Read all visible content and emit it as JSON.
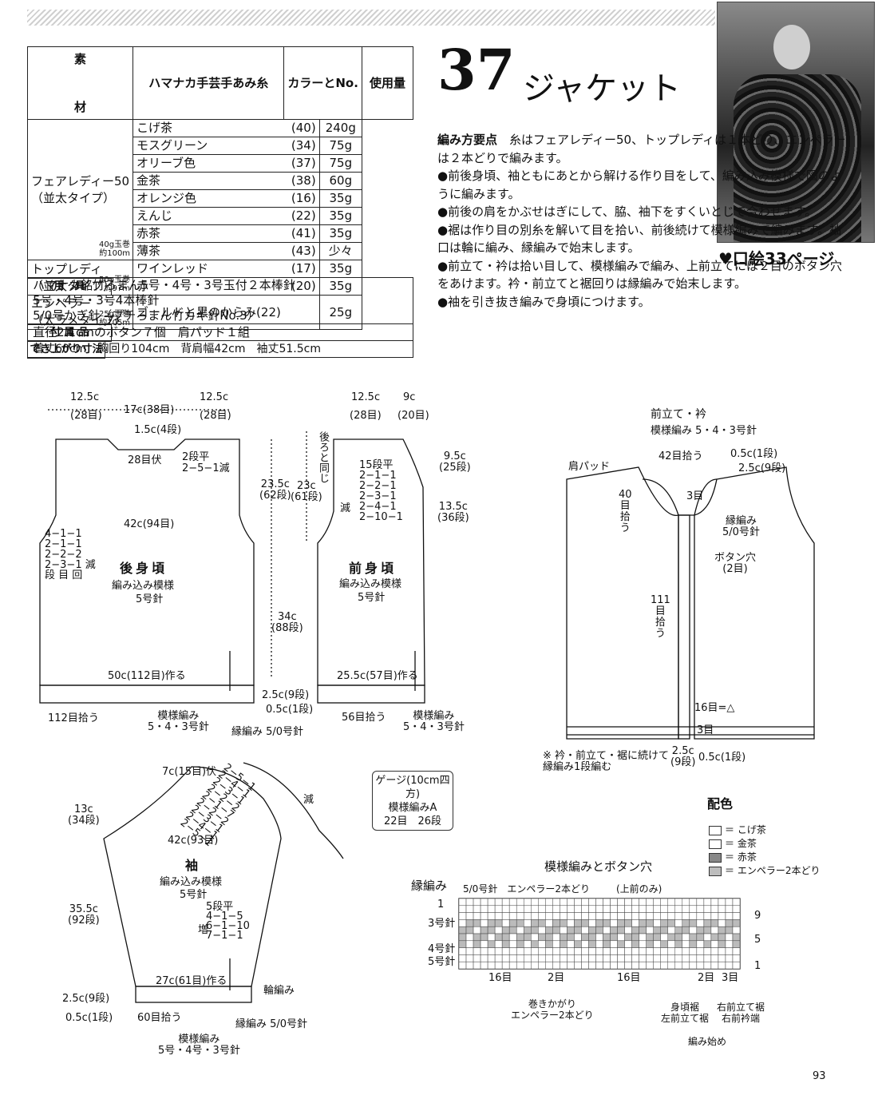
{
  "materials": {
    "header": {
      "yarn": "ハマナカ手芸手あみ糸",
      "color": "カラーとNo.",
      "amount": "使用量"
    },
    "sozai_label": "素\n\n材",
    "yarn1": {
      "name": "フェアレディー50",
      "type": "（並太タイプ）",
      "weight": "40g玉巻\n約100m"
    },
    "yarn1_colors": [
      {
        "color": "こげ茶",
        "no": "(40)",
        "amt": "240g"
      },
      {
        "color": "モスグリーン",
        "no": "(34)",
        "amt": "75g"
      },
      {
        "color": "オリーブ色",
        "no": "(37)",
        "amt": "75g"
      },
      {
        "color": "金茶",
        "no": "(38)",
        "amt": "60g"
      },
      {
        "color": "オレンジ色",
        "no": "(16)",
        "amt": "35g"
      },
      {
        "color": "えんじ",
        "no": "(22)",
        "amt": "35g"
      },
      {
        "color": "赤茶",
        "no": "(41)",
        "amt": "35g"
      },
      {
        "color": "薄茶",
        "no": "(43)",
        "amt": "少々"
      }
    ],
    "yarn2": {
      "name": "トップレディ",
      "type": "（並太タイプ）",
      "weight": "50g玉巻\n約97m"
    },
    "yarn2_colors": [
      {
        "color": "ワインレッド",
        "no": "(17)",
        "amt": "35g"
      },
      {
        "color": "赤",
        "no": "(20)",
        "amt": "35g"
      }
    ],
    "yarn3": {
      "name": "エンペラー",
      "type": "（太ラメタイプ）",
      "weight": "25g玉巻\n約105m"
    },
    "yarn3_colors": [
      {
        "color": "ゴールドと黒のからみ(22)",
        "no": "",
        "amt": "25g"
      }
    ]
  },
  "tools": {
    "label": "用　具",
    "lines": [
      "ハマナカ銘竹ろまん5号・4号・3号玉付２本棒針",
      "5号・4号・3号4本棒針",
      "5/0号かぎ針（プチろまん竹カギ針No.3）"
    ],
    "accessories_label": "付 属 品",
    "accessories": "直径2.1cmのボタン７個　肩パッド１組",
    "size_label": "でき上がり寸法",
    "size": "着丈60cm　胸回り104cm　背肩幅42cm　袖丈51.5cm"
  },
  "number": "37",
  "title": "ジャケット",
  "kuchie": "♥口絵33ページ",
  "desc": {
    "point_label": "編み方要点",
    "paragraphs": [
      "糸はフェアレディー50、トップレディは１本どり、エンペラーは２本どりで編みます。",
      "●前後身頃、袖ともにあとから解ける作り目をして、編み込み模様で図のように編みます。",
      "●前後の肩をかぶせはぎにして、脇、袖下をすくいとじで合わせます。",
      "●裾は作り目の別糸を解いて目を拾い、前後続けて模様編みで編みます。袖口は輪に編み、縁編みで始末します。",
      "●前立て・衿は拾い目して、模様編みで編み、上前立てには２目のボタン穴をあけます。衿・前立てと裾回りは縁編みで始末します。",
      "●袖を引き抜き編みで身頃につけます。"
    ]
  },
  "back": {
    "name": "後身頃",
    "pattern": "編み込み模様",
    "needle": "5号針",
    "w_left": "12.5c",
    "w_left_st": "(28目)",
    "w_mid": "17c(38目)",
    "w_right": "12.5c",
    "w_right_st": "(28目)",
    "neck_depth": "1.5c(4段)",
    "neck_bind": "28目伏",
    "neck_dec": "2段平\n2−5−1減",
    "shoulder": "42c(94目)",
    "arm_dec": "4−1−1\n2−1−1\n2−2−2\n2−3−1 減\n段 目 回",
    "cast_on": "50c(112目)作る",
    "pick": "112目拾う",
    "hem": "模様編み\n5・4・3号針",
    "edge": "縁編み 5/0号針"
  },
  "front": {
    "name": "前身頃",
    "pattern": "編み込み模様",
    "needle": "5号針",
    "w_left": "12.5c",
    "w_left_st": "(28目)",
    "w_right": "9c",
    "w_right_st": "(20目)",
    "same": "後ろと同じ",
    "arm_h": "23.5c\n(62段)",
    "arm_h2": "23c\n(61段)",
    "neck_dec": "15段平\n2−1−1\n2−2−1\n2−3−1\n2−4−1\n2−10−1",
    "neck_dec_label": "減",
    "neck_h": "9.5c\n(25段)",
    "neck_h2": "13.5c\n(36段)",
    "body_h": "34c\n(88段)",
    "hem_h": "2.5c(9段)",
    "edge_h": "0.5c(1段)",
    "cast_on": "25.5c(57目)作る",
    "pick": "56目拾う",
    "hem": "模様編み\n5・4・3号針"
  },
  "placket": {
    "title": "前立て・衿",
    "sub": "模様編み 5・4・3号針",
    "pad": "肩パッド",
    "pick42": "42目拾う",
    "w1": "0.5c(1段)",
    "w2": "2.5c(9段)",
    "three1": "3目",
    "pick40": "40\n目\n拾\nう",
    "edge": "縁編み\n5/0号針",
    "bh": "ボタン穴\n(2目)",
    "pick111": "111\n目\n拾\nう",
    "note16": "16目=△",
    "three2": "3目",
    "bot1": "2.5c\n(9段)",
    "bot2": "0.5c(1段)",
    "note": "※ 衿・前立て・裾に続けて縁編み1段編む"
  },
  "sleeve": {
    "name": "袖",
    "pattern": "編み込み模様",
    "needle": "5号針",
    "top": "7c(15目)伏",
    "dec": "2−5−1\n2−4−1\n2−3−1\n2−2−2\n2−1−7\n2−2−2\n2−3−1\n2−4−1\n2−5−1",
    "dec_label": "減",
    "cap_h": "13c\n(34段)",
    "width": "42c(93目)",
    "len": "35.5c\n(92段)",
    "inc": "5段平\n4−1−5\n6−1−10\n7−1−1",
    "inc_label": "増",
    "cast_on": "27c(61目)作る",
    "round": "輪編み",
    "hem_h": "2.5c(9段)",
    "edge_h": "0.5c(1段)",
    "pick": "60目拾う",
    "edge": "縁編み 5/0号針",
    "hem": "模様編み\n5号・4号・3号針"
  },
  "gauge": {
    "title": "ゲージ(10cm四方)",
    "pattern": "模様編みA",
    "value": "22目　26段"
  },
  "colors": {
    "title": "配色",
    "items": [
      {
        "label": "＝ こげ茶",
        "swatch": "#ffffff"
      },
      {
        "label": "＝ 金茶",
        "swatch": "#ffffff"
      },
      {
        "label": "＝ 赤茶",
        "swatch": "#888888"
      },
      {
        "label": "＝ エンペラー2本どり",
        "swatch": "#bdbdbd"
      }
    ]
  },
  "chart": {
    "title": "模様編みとボタン穴",
    "edge": "縁編み",
    "edge_hook": "5/0号針　エンペラー2本どり",
    "upper": "(上前のみ)",
    "row1": "1",
    "needle3": "3号針",
    "needle4": "4号針",
    "needle5": "5号針",
    "r9": "9",
    "r5": "5",
    "r1": "1",
    "sts": [
      "16目",
      "2目",
      "16目",
      "2目",
      "3目"
    ],
    "wrap": "巻きかがり\nエンペラー2本どり",
    "start1": "身頃裾\n左前立て裾",
    "start2": "右前立て裾\n右前衿端",
    "start": "編み始め"
  },
  "page": "93"
}
